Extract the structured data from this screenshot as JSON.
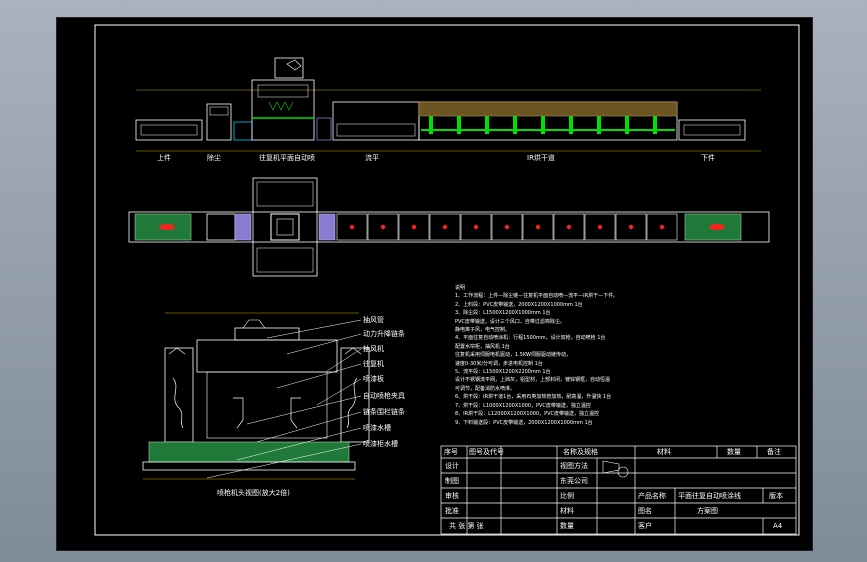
{
  "side_view": {
    "labels": [
      "上件",
      "除尘",
      "往复机平面自动喷",
      "流平",
      "IR烘干道",
      "下件"
    ]
  },
  "front_view": {
    "title": "喷枪机头视图(放大2倍)",
    "callouts": [
      "抽风管",
      "动力升降链条",
      "抽风机",
      "往复机",
      "喷漆板",
      "自动喷枪夹具",
      "链条围栏链条",
      "喷漆水槽",
      "喷漆柜水槽"
    ]
  },
  "notes": {
    "header": "说明",
    "lines": [
      "1、工作流程：上件—除尘链—往复机平面自动喷—流平—IR烘干—下件。",
      "2、上料段：PVC皮带输送，2000X1200X1000mm 1台",
      "3、除尘段：L1500X1200X1000mm 1台",
      "   PVC皮带输送，设计三个风口，自带过滤棉除尘。",
      "   静电离子风，电气控制。",
      "4、平面往复自动喷涂机：行程1500mm，设计双枪，自动喷枪 1台",
      "   配置水帘柜，抽风机 1台",
      "   往复机采用伺服电机驱动，1.5KW伺服驱动链传动，",
      "   速度0-30米/分可调，步进电机控制 1台",
      "5、流平段：L1500X1200X2200mm 1台",
      "   设计不锈钢流平网，上挡灰，铝型材，上部封闭，镀锌钢框，自动恒温",
      "   可调节，配备消防水喷淋。",
      "6、烘干段：IR烘干道1台，采用石英加热管加热，耐高温，升温快 1台",
      "7、烘干段：L1000X1200X1000，PVC皮带输送，独立温控",
      "8、IR烘干段：L12000X1200X1000，PVC皮带输送，独立温控",
      "9、下料输送段：PVC皮带输送，2000X1200X1000mm 1台"
    ]
  },
  "title_block": {
    "header": [
      "序号",
      "图号及代号",
      "名称及规格",
      "材料",
      "数量",
      "备注"
    ],
    "design": "设计",
    "drafting": "制图",
    "check": "审核",
    "approve": "批准",
    "view_method": "视图方法",
    "company": "东莞公司",
    "scale": "比例",
    "material": "材料",
    "quantity": "数量",
    "product_name_label": "产品名称",
    "product_name": "平面往复自动喷涂线",
    "version": "版本",
    "drawing_name_label": "图名",
    "drawing_name": "方案图",
    "customer_label": "客户",
    "sheet_info": "共 张 第 张",
    "size": "A4"
  },
  "colors": {
    "background": "#000000",
    "line": "#ffffff",
    "conveyor_green": "#00e000",
    "filter_green": "#1f7a3a",
    "oven_brown": "#6b5522",
    "marker_red": "#ff2020",
    "mesh_purple": "#8a7ad0",
    "cyan": "#00c8ff",
    "dim_yellow": "#ffd000"
  }
}
